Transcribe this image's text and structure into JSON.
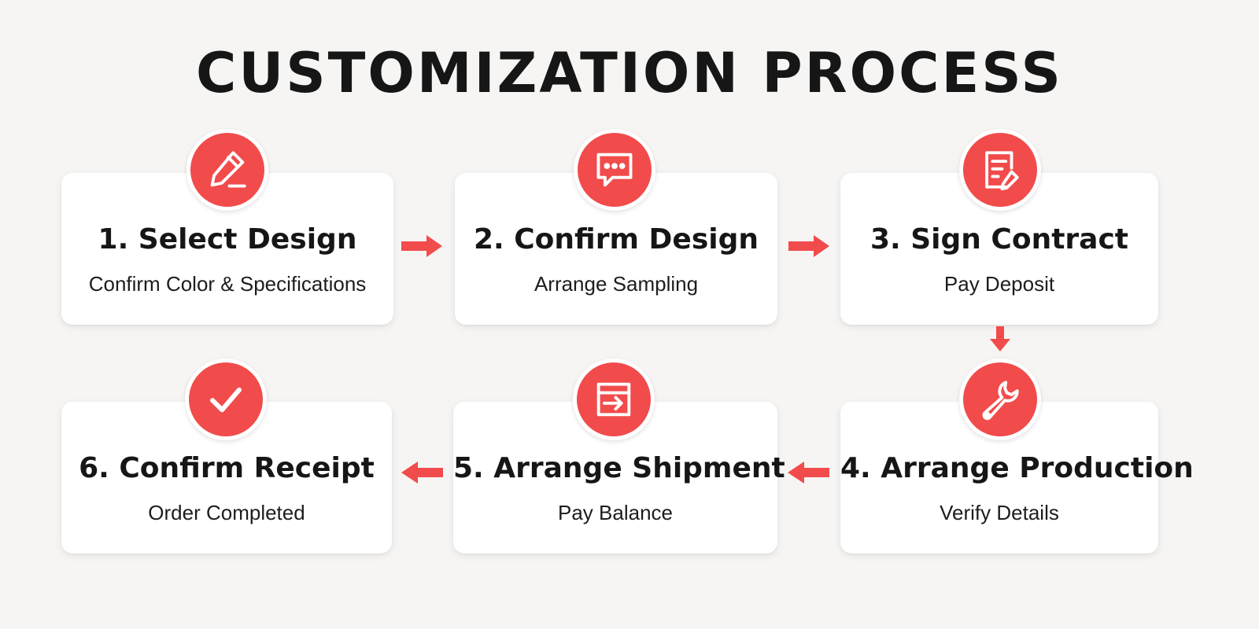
{
  "title": "CUSTOMIZATION PROCESS",
  "accent_color": "#f24b4b",
  "steps": [
    {
      "title": "1. Select Design",
      "subtitle": "Confirm Color & Specifications",
      "icon": "pencil-icon"
    },
    {
      "title": "2. Confirm Design",
      "subtitle": "Arrange Sampling",
      "icon": "chat-bubble-icon"
    },
    {
      "title": "3. Sign Contract",
      "subtitle": "Pay Deposit",
      "icon": "contract-edit-icon"
    },
    {
      "title": "4. Arrange Production",
      "subtitle": "Verify Details",
      "icon": "wrench-icon"
    },
    {
      "title": "5. Arrange Shipment",
      "subtitle": "Pay Balance",
      "icon": "shipment-box-icon"
    },
    {
      "title": "6. Confirm Receipt",
      "subtitle": "Order Completed",
      "icon": "checkmark-icon"
    }
  ],
  "connectors": [
    {
      "from": 1,
      "to": 2,
      "direction": "right"
    },
    {
      "from": 2,
      "to": 3,
      "direction": "right"
    },
    {
      "from": 3,
      "to": 4,
      "direction": "down"
    },
    {
      "from": 4,
      "to": 5,
      "direction": "left"
    },
    {
      "from": 5,
      "to": 6,
      "direction": "left"
    }
  ]
}
